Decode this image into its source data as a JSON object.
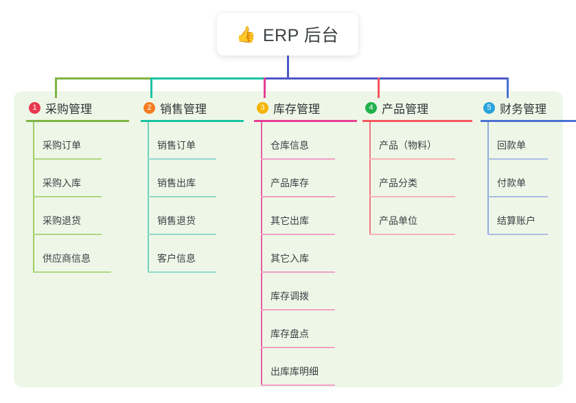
{
  "root": {
    "icon": "thumbs-up-icon",
    "emoji": "👍",
    "title": "ERP 后台"
  },
  "colors": {
    "panel_background": "#eef7e7",
    "trunk": "#4a56c4",
    "bus_segment_1": "#7cb342",
    "bus_segment_2": "#16c2a3",
    "bus_segment_3": "#4a56c4"
  },
  "columns": [
    {
      "number": "1",
      "title": "采购管理",
      "badge_color": "#e8384f",
      "rule_color": "#7cb342",
      "spine_color": "#9ccc65",
      "item_rule_color": "#aed581",
      "drop_color": "#7cb342",
      "items": [
        {
          "label": "采购订单"
        },
        {
          "label": "采购入库"
        },
        {
          "label": "采购退货"
        },
        {
          "label": "供应商信息"
        }
      ]
    },
    {
      "number": "2",
      "title": "销售管理",
      "badge_color": "#f57c20",
      "rule_color": "#16c2a3",
      "spine_color": "#6ecfbf",
      "item_rule_color": "#8fd9cc",
      "drop_color": "#16c2a3",
      "items": [
        {
          "label": "销售订单"
        },
        {
          "label": "销售出库"
        },
        {
          "label": "销售退货"
        },
        {
          "label": "客户信息"
        }
      ]
    },
    {
      "number": "3",
      "title": "库存管理",
      "badge_color": "#f5b400",
      "rule_color": "#ea3b94",
      "spine_color": "#e85ba4",
      "item_rule_color": "#f19ec6",
      "drop_color": "#ea3b94",
      "items": [
        {
          "label": "仓库信息"
        },
        {
          "label": "产品库存"
        },
        {
          "label": "其它出库"
        },
        {
          "label": "其它入库"
        },
        {
          "label": "库存调拨"
        },
        {
          "label": "库存盘点"
        },
        {
          "label": "出库库明细"
        }
      ]
    },
    {
      "number": "4",
      "title": "产品管理",
      "badge_color": "#22b14c",
      "rule_color": "#f4565c",
      "spine_color": "#f4737a",
      "item_rule_color": "#f7b0b3",
      "drop_color": "#f4565c",
      "items": [
        {
          "label": "产品（物料）"
        },
        {
          "label": "产品分类"
        },
        {
          "label": "产品单位"
        }
      ]
    },
    {
      "number": "5",
      "title": "财务管理",
      "badge_color": "#29a3dc",
      "rule_color": "#4a6fd4",
      "spine_color": "#8fa9dd",
      "item_rule_color": "#a8bce5",
      "drop_color": "#4a6fd4",
      "items": [
        {
          "label": "回款单"
        },
        {
          "label": "付款单"
        },
        {
          "label": "结算账户"
        }
      ]
    }
  ]
}
